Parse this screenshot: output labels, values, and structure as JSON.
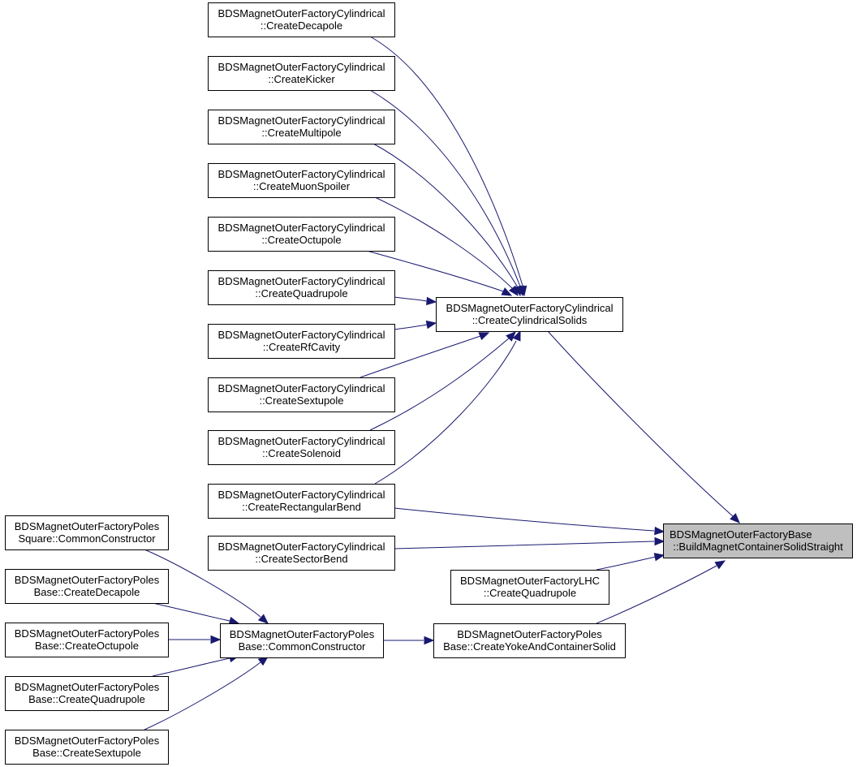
{
  "diagram": {
    "edge_color": "#191970",
    "highlight_fill": "#bfbfbf",
    "nodes": [
      {
        "id": "cdec",
        "line1": "BDSMagnetOuterFactoryCylindrical",
        "line2": "::CreateDecapole"
      },
      {
        "id": "ckick",
        "line1": "BDSMagnetOuterFactoryCylindrical",
        "line2": "::CreateKicker"
      },
      {
        "id": "cmulti",
        "line1": "BDSMagnetOuterFactoryCylindrical",
        "line2": "::CreateMultipole"
      },
      {
        "id": "cmuon",
        "line1": "BDSMagnetOuterFactoryCylindrical",
        "line2": "::CreateMuonSpoiler"
      },
      {
        "id": "coct",
        "line1": "BDSMagnetOuterFactoryCylindrical",
        "line2": "::CreateOctupole"
      },
      {
        "id": "cquad",
        "line1": "BDSMagnetOuterFactoryCylindrical",
        "line2": "::CreateQuadrupole"
      },
      {
        "id": "crf",
        "line1": "BDSMagnetOuterFactoryCylindrical",
        "line2": "::CreateRfCavity"
      },
      {
        "id": "csext",
        "line1": "BDSMagnetOuterFactoryCylindrical",
        "line2": "::CreateSextupole"
      },
      {
        "id": "csol",
        "line1": "BDSMagnetOuterFactoryCylindrical",
        "line2": "::CreateSolenoid"
      },
      {
        "id": "crect",
        "line1": "BDSMagnetOuterFactoryCylindrical",
        "line2": "::CreateRectangularBend"
      },
      {
        "id": "csect",
        "line1": "BDSMagnetOuterFactoryCylindrical",
        "line2": "::CreateSectorBend"
      },
      {
        "id": "ccyl",
        "line1": "BDSMagnetOuterFactoryCylindrical",
        "line2": "::CreateCylindricalSolids"
      },
      {
        "id": "base",
        "line1": "BDSMagnetOuterFactoryBase",
        "line2": "::BuildMagnetContainerSolidStraight"
      },
      {
        "id": "lhc",
        "line1": "BDSMagnetOuterFactoryLHC",
        "line2": "::CreateQuadrupole"
      },
      {
        "id": "yoke",
        "line1": "BDSMagnetOuterFactoryPoles",
        "line2": "Base::CreateYokeAndContainerSolid"
      },
      {
        "id": "pcommon",
        "line1": "BDSMagnetOuterFactoryPoles",
        "line2": "Base::CommonConstructor"
      },
      {
        "id": "sqcommon",
        "line1": "BDSMagnetOuterFactoryPoles",
        "line2": "Square::CommonConstructor"
      },
      {
        "id": "pdec",
        "line1": "BDSMagnetOuterFactoryPoles",
        "line2": "Base::CreateDecapole"
      },
      {
        "id": "poct",
        "line1": "BDSMagnetOuterFactoryPoles",
        "line2": "Base::CreateOctupole"
      },
      {
        "id": "pquad",
        "line1": "BDSMagnetOuterFactoryPoles",
        "line2": "Base::CreateQuadrupole"
      },
      {
        "id": "psext",
        "line1": "BDSMagnetOuterFactoryPoles",
        "line2": "Base::CreateSextupole"
      }
    ],
    "edges": [
      {
        "from": "cdec",
        "to": "ccyl"
      },
      {
        "from": "ckick",
        "to": "ccyl"
      },
      {
        "from": "cmulti",
        "to": "ccyl"
      },
      {
        "from": "cmuon",
        "to": "ccyl"
      },
      {
        "from": "coct",
        "to": "ccyl"
      },
      {
        "from": "cquad",
        "to": "ccyl"
      },
      {
        "from": "crf",
        "to": "ccyl"
      },
      {
        "from": "csext",
        "to": "ccyl"
      },
      {
        "from": "csol",
        "to": "ccyl"
      },
      {
        "from": "crect",
        "to": "ccyl"
      },
      {
        "from": "ccyl",
        "to": "base"
      },
      {
        "from": "crect",
        "to": "base"
      },
      {
        "from": "csect",
        "to": "base"
      },
      {
        "from": "lhc",
        "to": "base"
      },
      {
        "from": "yoke",
        "to": "base"
      },
      {
        "from": "pcommon",
        "to": "yoke"
      },
      {
        "from": "sqcommon",
        "to": "pcommon"
      },
      {
        "from": "pdec",
        "to": "pcommon"
      },
      {
        "from": "poct",
        "to": "pcommon"
      },
      {
        "from": "pquad",
        "to": "pcommon"
      },
      {
        "from": "psext",
        "to": "pcommon"
      }
    ]
  }
}
